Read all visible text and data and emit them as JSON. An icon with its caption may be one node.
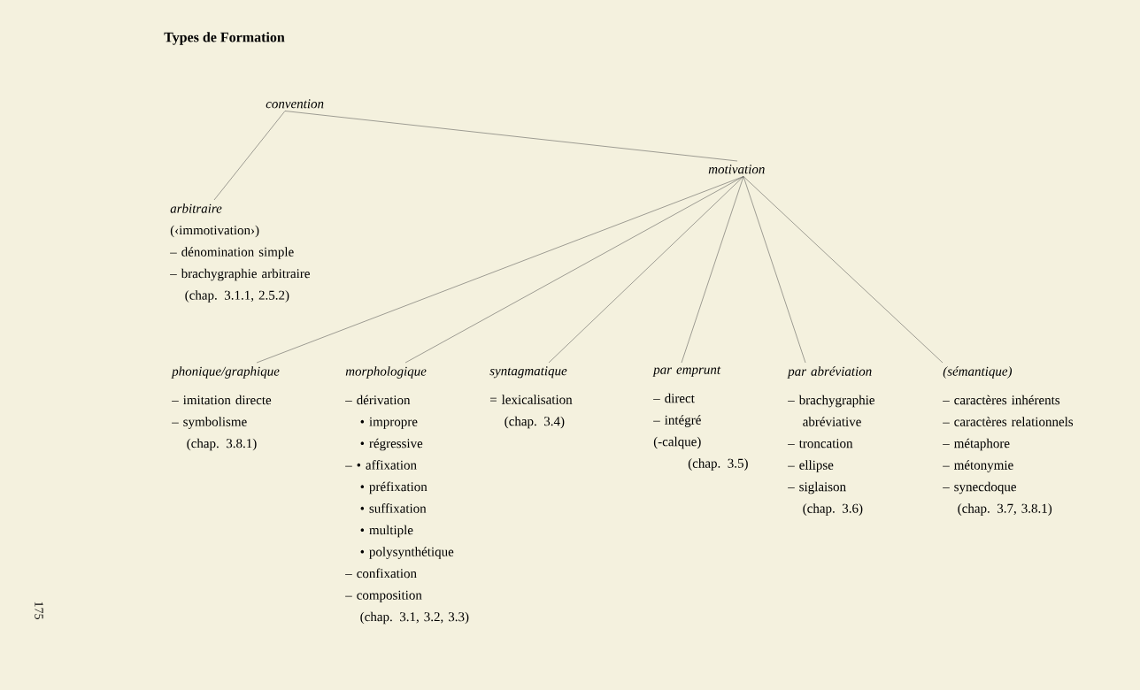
{
  "diagram": {
    "title": "Types de Formation",
    "nodes": [
      {
        "text": [
          "convention"
        ]
      },
      {
        "text": [
          "arbitraire",
          "(‹immotivation›)",
          "– dénomination simple",
          "– brachygraphie arbitraire",
          "(chap. 3.1.1, 2.5.2)"
        ]
      },
      {
        "text": [
          "motivation"
        ]
      },
      {
        "text": [
          "phonique/graphique",
          "– imitation directe",
          "– symbolisme",
          "(chap. 3.8.1)"
        ]
      },
      {
        "text": [
          "morphologique",
          "– dérivation",
          "• impropre",
          "• régressive",
          "– • affixation",
          "• préfixation",
          "• suffixation",
          "• multiple",
          "• polysynthétique",
          "– confixation",
          "– composition",
          "(chap. 3.1, 3.2, 3.3)"
        ]
      },
      {
        "text": [
          "syntagmatique",
          "= lexicalisation",
          "(chap. 3.4)"
        ]
      },
      {
        "text": [
          "par emprunt",
          "– direct",
          "– intégré",
          "(-calque)",
          "(chap. 3.5)"
        ]
      },
      {
        "text": [
          "par abréviation",
          "– brachygraphie abréviative",
          "– troncation",
          "– ellipse",
          "– siglaison",
          "(chap. 3.6)"
        ]
      },
      {
        "text": [
          "(sémantique)",
          "– caractères inhérents",
          "– caractères relationnels",
          "– métaphore",
          "– métonymie",
          "– synecdoque",
          "(chap. 3.7, 3.8.1)"
        ]
      }
    ],
    "edges": [
      {
        "from": 0,
        "to": 1,
        "arrow": "none"
      },
      {
        "from": 0,
        "to": 2,
        "arrow": "none"
      },
      {
        "from": 2,
        "to": 3,
        "arrow": "none"
      },
      {
        "from": 2,
        "to": 4,
        "arrow": "none"
      },
      {
        "from": 2,
        "to": 5,
        "arrow": "none"
      },
      {
        "from": 2,
        "to": 6,
        "arrow": "none"
      },
      {
        "from": 2,
        "to": 7,
        "arrow": "none"
      },
      {
        "from": 2,
        "to": 8,
        "arrow": "none"
      }
    ],
    "labels": [
      "175"
    ]
  }
}
